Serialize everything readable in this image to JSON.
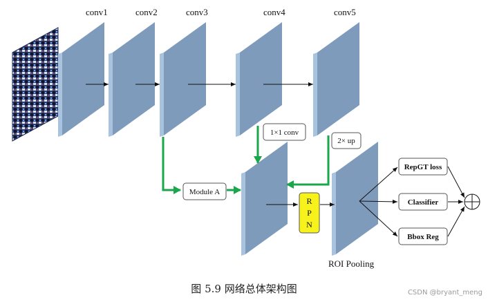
{
  "labels": {
    "conv1": "conv1",
    "conv2": "conv2",
    "conv3": "conv3",
    "conv4": "conv4",
    "conv5": "conv5",
    "conv1x1": "1×1 conv",
    "up2x": "2× up",
    "module_a": "Module A",
    "rpn": [
      "R",
      "P",
      "N"
    ],
    "roi_pooling": "ROI Pooling",
    "repgt_loss": "RepGT loss",
    "classifier": "Classifier",
    "bbox_reg": "Bbox Reg"
  },
  "caption": "图 5.9  网络总体架构图",
  "watermark": "CSDN @bryant_meng",
  "colors": {
    "layer_front": "#7f9bbb",
    "layer_side": "#a9c3df",
    "skip_arrow": "#1aa64a",
    "rpn_fill": "#f7f21c",
    "flow_arrow": "#111111"
  }
}
